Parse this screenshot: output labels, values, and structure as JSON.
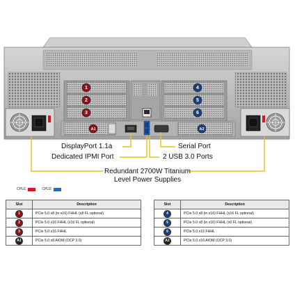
{
  "callouts": {
    "displayport": "DisplayPort 1.1a",
    "ipmi": "Dedicated IPMI Port",
    "serial": "Serial Port",
    "usb": "2 USB 3.0 Ports",
    "psu_line1": "Redundant  2700W Titanium",
    "psu_line2": "Level Power Supplies"
  },
  "legend": {
    "cpu1": "CPU1",
    "cpu2": "CPU2",
    "cpu1_color": "#d01920",
    "cpu2_color": "#1f6fc4"
  },
  "colors": {
    "callout_line": "#e8c020",
    "chassis": "#a9a9a9",
    "badge_cpu1": "#8b1216",
    "badge_cpu2": "#1b3f7a",
    "badge_aiom": "#222222"
  },
  "slot_badges": [
    {
      "label": "1",
      "cpu": 1
    },
    {
      "label": "2",
      "cpu": 1
    },
    {
      "label": "3",
      "cpu": 1
    },
    {
      "label": "4",
      "cpu": 2
    },
    {
      "label": "5",
      "cpu": 2
    },
    {
      "label": "6",
      "cpu": 2
    },
    {
      "label": "A1",
      "cpu": 1
    },
    {
      "label": "A2",
      "cpu": 2
    }
  ],
  "table_left": {
    "headers": [
      "Slot",
      "Description"
    ],
    "rows": [
      {
        "slot": "1",
        "color": "cpu1",
        "desc": "PCIe 5.0 x8 (in x16) FHHL (x8 FL optional)"
      },
      {
        "slot": "2",
        "color": "cpu1",
        "desc": "PCIe 5.0 x16 FHHL (x16 FL optional)"
      },
      {
        "slot": "3",
        "color": "cpu1",
        "desc": "PCIe 5.0 x16 FHHL"
      },
      {
        "slot": "A1",
        "color": "aiom",
        "desc": "PCIe 5.0 x8 AIOM (OCP 3.0)"
      }
    ]
  },
  "table_right": {
    "headers": [
      "Slot",
      "Description"
    ],
    "rows": [
      {
        "slot": "4",
        "color": "cpu2",
        "desc": "PCIe 5.0 x8 (in x16) FHHL (x16 FL optional)"
      },
      {
        "slot": "5",
        "color": "cpu2",
        "desc": "PCIe 5.0 x8 (in x16) FHHL (x0 FL optional)"
      },
      {
        "slot": "6",
        "color": "cpu2",
        "desc": "PCIe 5.0 x16 FHHL"
      },
      {
        "slot": "A2",
        "color": "aiom",
        "desc": "PCIe 5.0 x16 AIOM (OCP 3.0)"
      }
    ]
  }
}
